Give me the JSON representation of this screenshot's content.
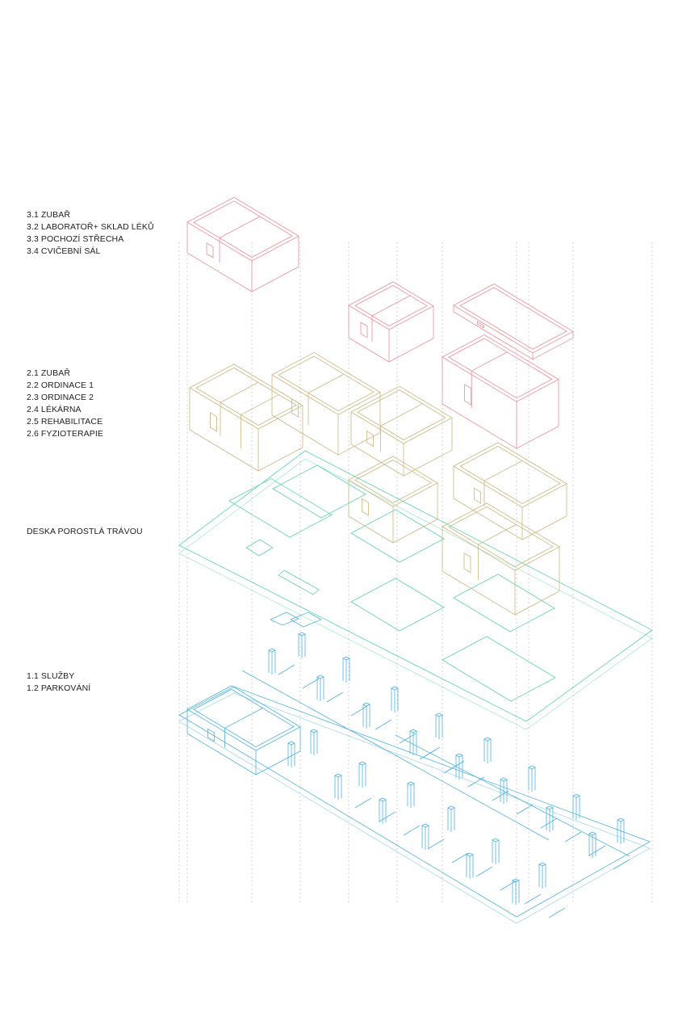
{
  "legend_groups": [
    {
      "level": "3",
      "items": [
        "3.1 ZUBAŘ",
        "3.2 LABORATOŘ+ SKLAD LÉKŮ",
        "3.3 POCHOZÍ STŘECHA",
        "3.4 CVIČEBNÍ SÁL"
      ]
    },
    {
      "level": "2",
      "items": [
        "2.1 ZUBAŘ",
        "2.2 ORDINACE 1",
        "2.3 ORDINACE 2",
        "2.4 LÉKÁRNA",
        "2.5 REHABILITACE",
        "2.6 FYZIOTERAPIE"
      ]
    },
    {
      "level": "green-roof",
      "items": [
        "DESKA POROSTLÁ TRÁVOU"
      ]
    },
    {
      "level": "1",
      "items": [
        "1.1 SLUŽBY",
        "1.2 PARKOVÁNÍ"
      ]
    }
  ],
  "colors": {
    "level3": "#ea8e98",
    "level2": "#cdb67e",
    "green_roof": "#5ed3a9",
    "level1": "#4fb3dc",
    "guides": "#c8c8c8"
  }
}
